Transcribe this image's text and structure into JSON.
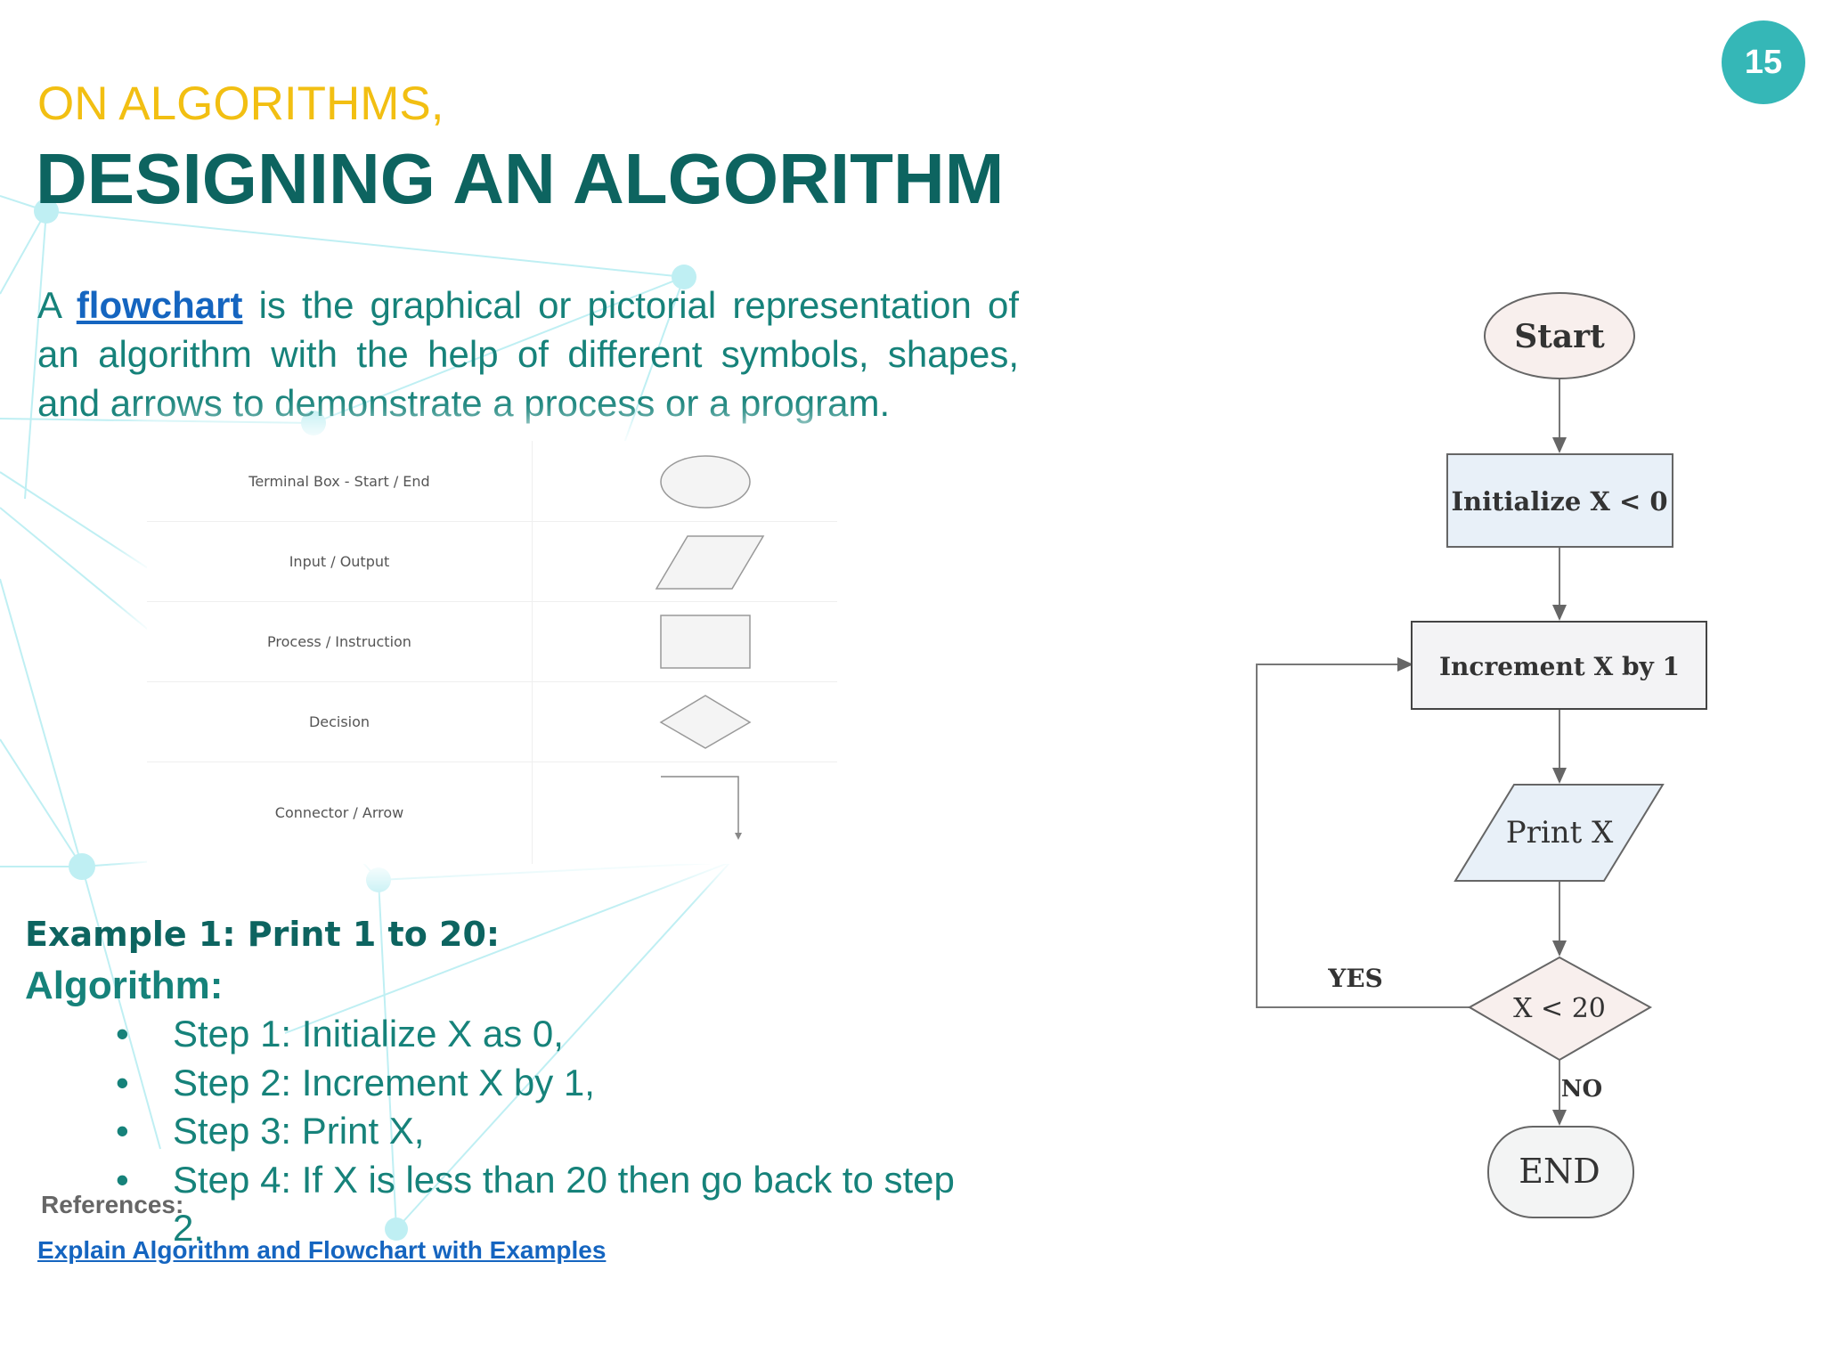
{
  "slide": {
    "page_number": "15",
    "subtitle": "ON ALGORITHMS,",
    "title": "DESIGNING AN ALGORITHM"
  },
  "intro": {
    "prefix": "A ",
    "link_text": "flowchart",
    "rest": " is the graphical or pictorial representation of an algorithm with the help of different symbols, shapes, and arrows to demonstrate a process or a program."
  },
  "symbols_table": {
    "rows": [
      {
        "label": "Terminal Box - Start / End",
        "shape": "oval"
      },
      {
        "label": "Input / Output",
        "shape": "parallelogram"
      },
      {
        "label": "Process / Instruction",
        "shape": "rectangle"
      },
      {
        "label": "Decision",
        "shape": "diamond"
      },
      {
        "label": "Connector / Arrow",
        "shape": "arrow"
      }
    ]
  },
  "example": {
    "heading": "Example 1: Print 1 to 20:",
    "algorithm_heading": "Algorithm:",
    "bullet": "•",
    "steps": [
      "Step 1: Initialize X as 0,",
      "Step 2: Increment X by 1,",
      "Step 3: Print X,",
      "Step 4: If X is less than 20 then go back to step 2."
    ]
  },
  "references": {
    "heading": "References:",
    "link_text": "Explain Algorithm and Flowchart with Examples"
  },
  "flowchart": {
    "start": "Start",
    "initialize": "Initialize X < 0",
    "increment": "Increment X by 1",
    "print": "Print X",
    "decision": "X < 20",
    "yes": "YES",
    "no": "NO",
    "end": "END"
  },
  "colors": {
    "teal_dark": "#0d6460",
    "teal": "#16827a",
    "yellow": "#f2bf12",
    "badge": "#35b7b7",
    "link": "#1565c0"
  }
}
